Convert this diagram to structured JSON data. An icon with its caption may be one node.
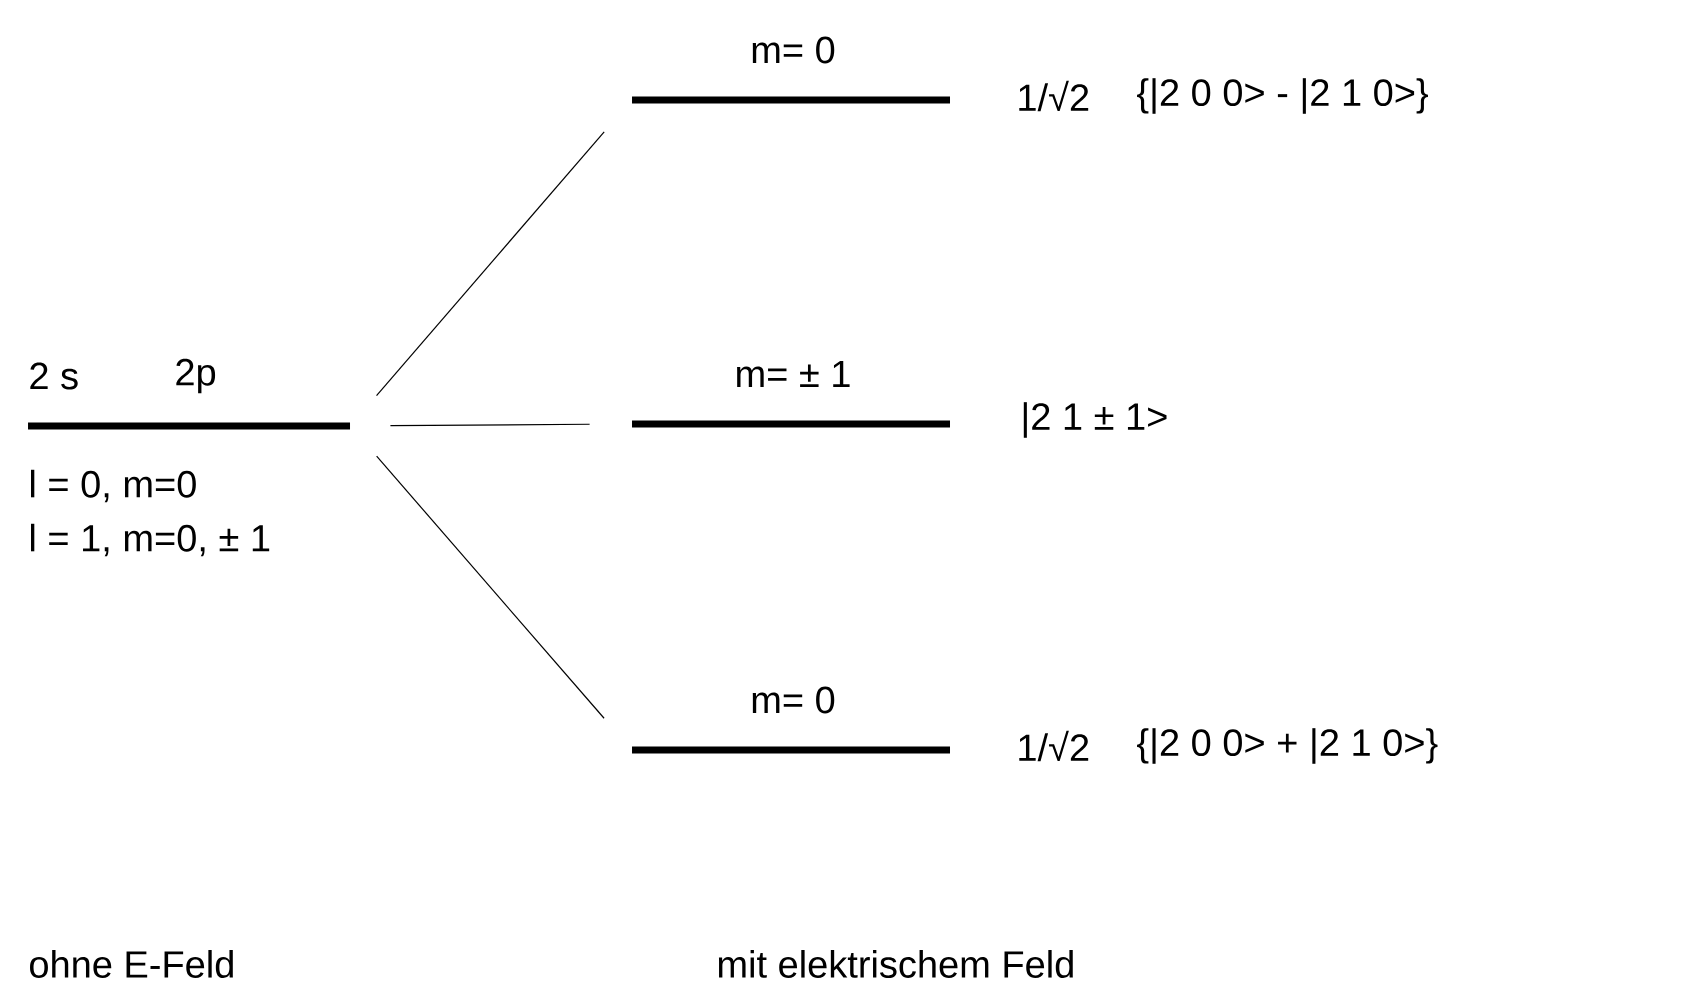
{
  "diagram": {
    "nodes": [
      {
        "text": [
          "2 s",
          "2p",
          "l = 0, m=0",
          "l = 1, m=0, ± 1"
        ]
      },
      {
        "text": [
          "m= 0"
        ],
        "beside": [
          "1/√2",
          "{|2 0 0> - |2 1 0>}"
        ]
      },
      {
        "text": [
          "m= ± 1"
        ],
        "beside": [
          "|2 1 ± 1>"
        ]
      },
      {
        "text": [
          "m= 0"
        ],
        "beside": [
          "1/√2",
          "{|2 0 0> + |2 1 0>}"
        ]
      }
    ],
    "edges": [
      {
        "from": 0,
        "to": 1,
        "arrow": "none"
      },
      {
        "from": 0,
        "to": 2,
        "arrow": "none"
      },
      {
        "from": 0,
        "to": 3,
        "arrow": "none"
      }
    ],
    "labels": [
      "ohne E-Feld",
      "mit elektrischem Feld"
    ]
  }
}
